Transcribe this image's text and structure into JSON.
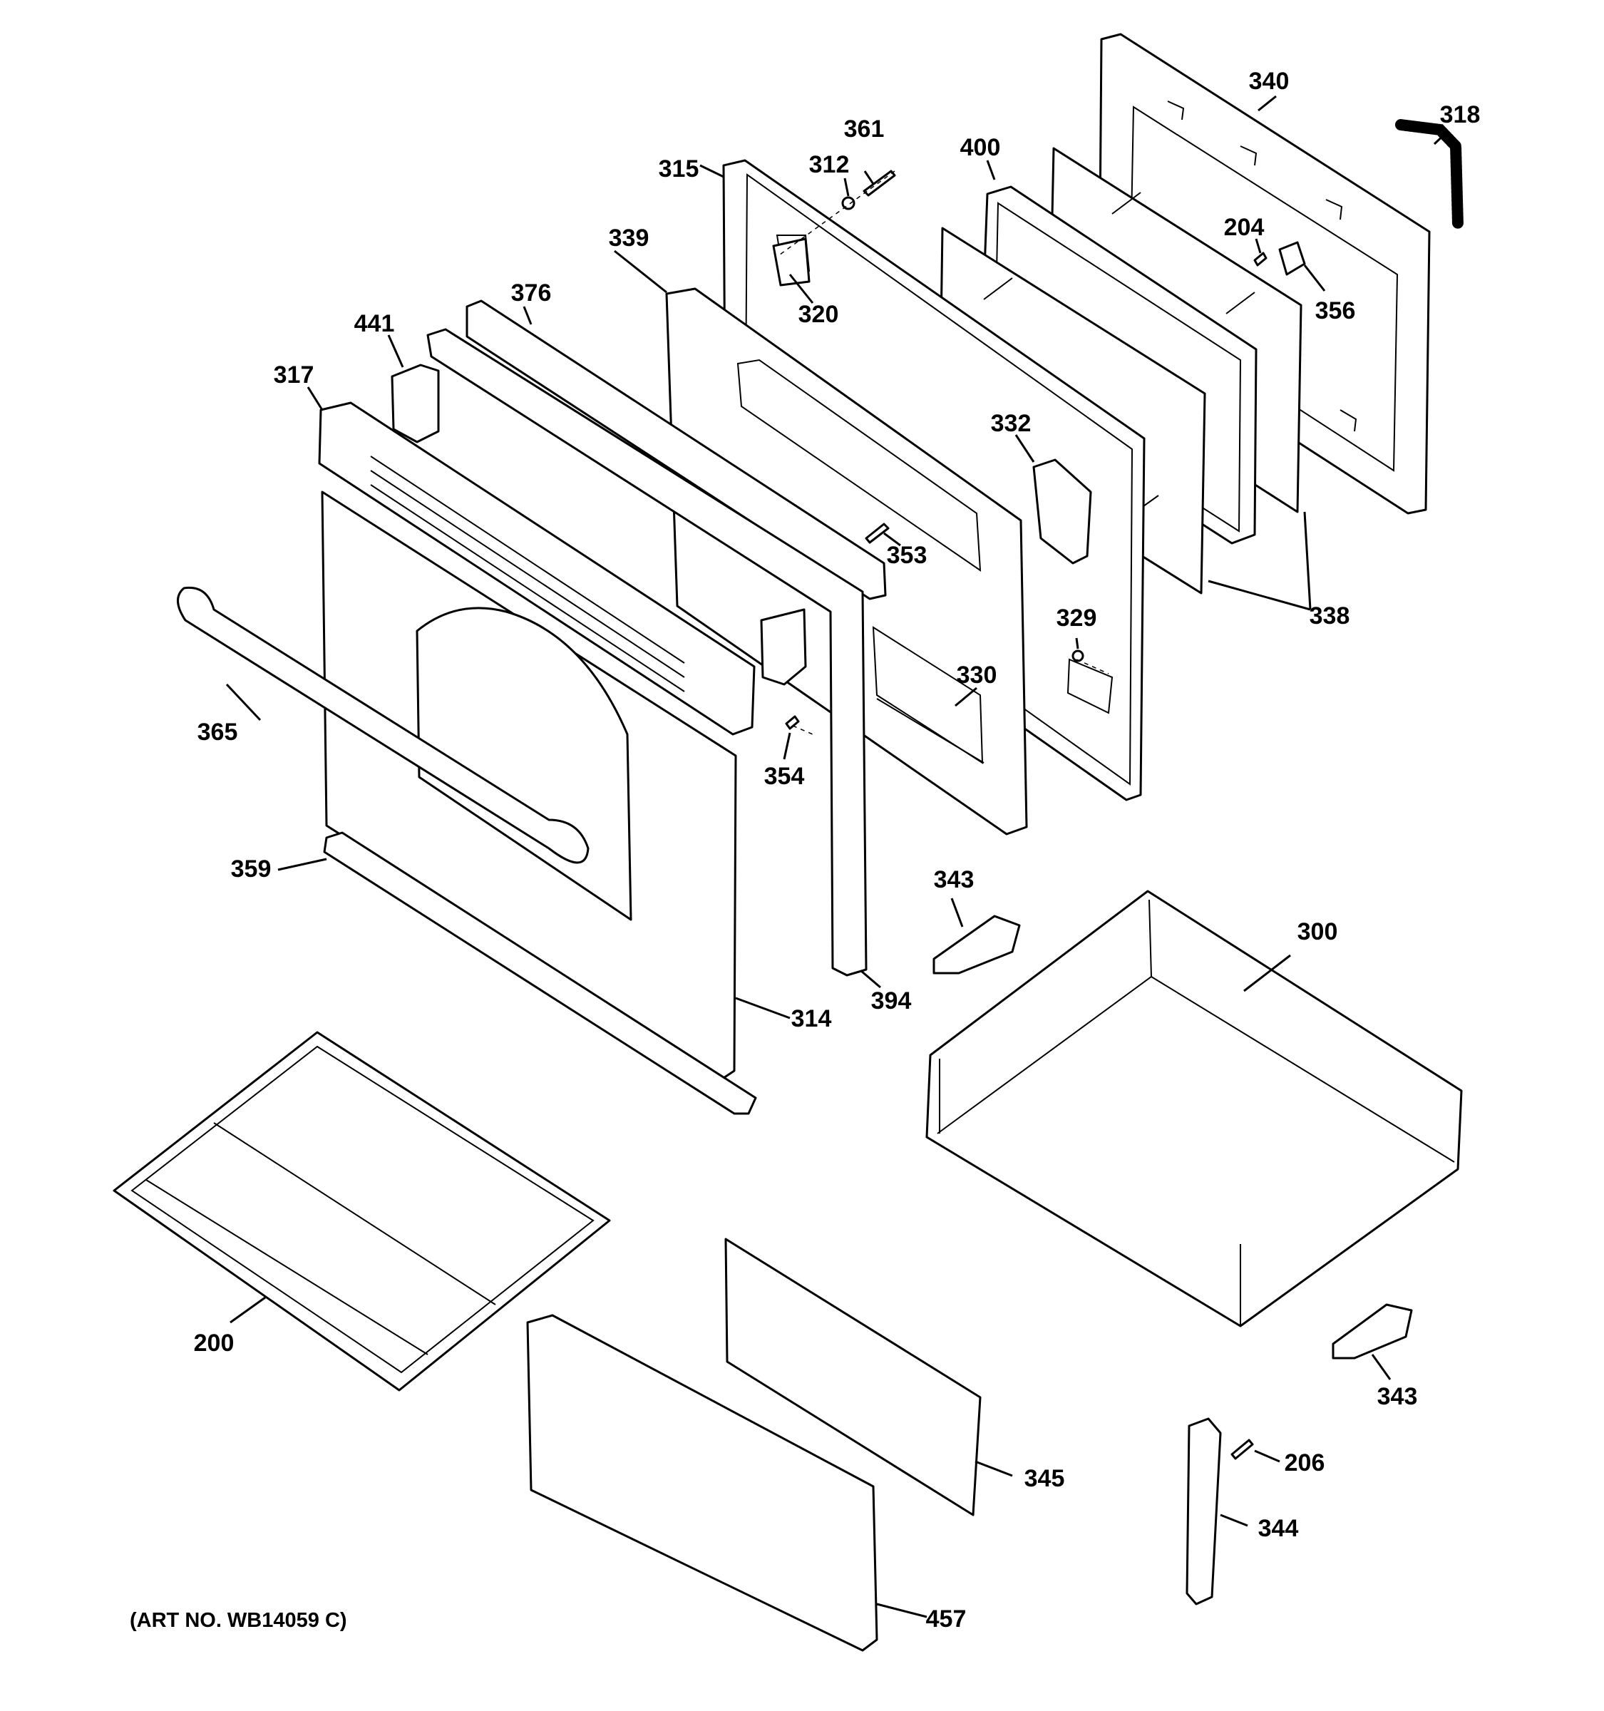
{
  "callouts": [
    {
      "id": "c340",
      "label": "340"
    },
    {
      "id": "c318",
      "label": "318"
    },
    {
      "id": "c361",
      "label": "361"
    },
    {
      "id": "c400",
      "label": "400"
    },
    {
      "id": "c312",
      "label": "312"
    },
    {
      "id": "c315",
      "label": "315"
    },
    {
      "id": "c204",
      "label": "204"
    },
    {
      "id": "c339",
      "label": "339"
    },
    {
      "id": "c356",
      "label": "356"
    },
    {
      "id": "c320",
      "label": "320"
    },
    {
      "id": "c376",
      "label": "376"
    },
    {
      "id": "c441",
      "label": "441"
    },
    {
      "id": "c317",
      "label": "317"
    },
    {
      "id": "c332",
      "label": "332"
    },
    {
      "id": "c353",
      "label": "353"
    },
    {
      "id": "c338",
      "label": "338"
    },
    {
      "id": "c329",
      "label": "329"
    },
    {
      "id": "c330",
      "label": "330"
    },
    {
      "id": "c365",
      "label": "365"
    },
    {
      "id": "c354",
      "label": "354"
    },
    {
      "id": "c359",
      "label": "359"
    },
    {
      "id": "c343a",
      "label": "343"
    },
    {
      "id": "c300",
      "label": "300"
    },
    {
      "id": "c394",
      "label": "394"
    },
    {
      "id": "c314",
      "label": "314"
    },
    {
      "id": "c200",
      "label": "200"
    },
    {
      "id": "c343b",
      "label": "343"
    },
    {
      "id": "c206",
      "label": "206"
    },
    {
      "id": "c345",
      "label": "345"
    },
    {
      "id": "c344",
      "label": "344"
    },
    {
      "id": "c457",
      "label": "457"
    }
  ],
  "art_number": "(ART NO. WB14059 C)"
}
